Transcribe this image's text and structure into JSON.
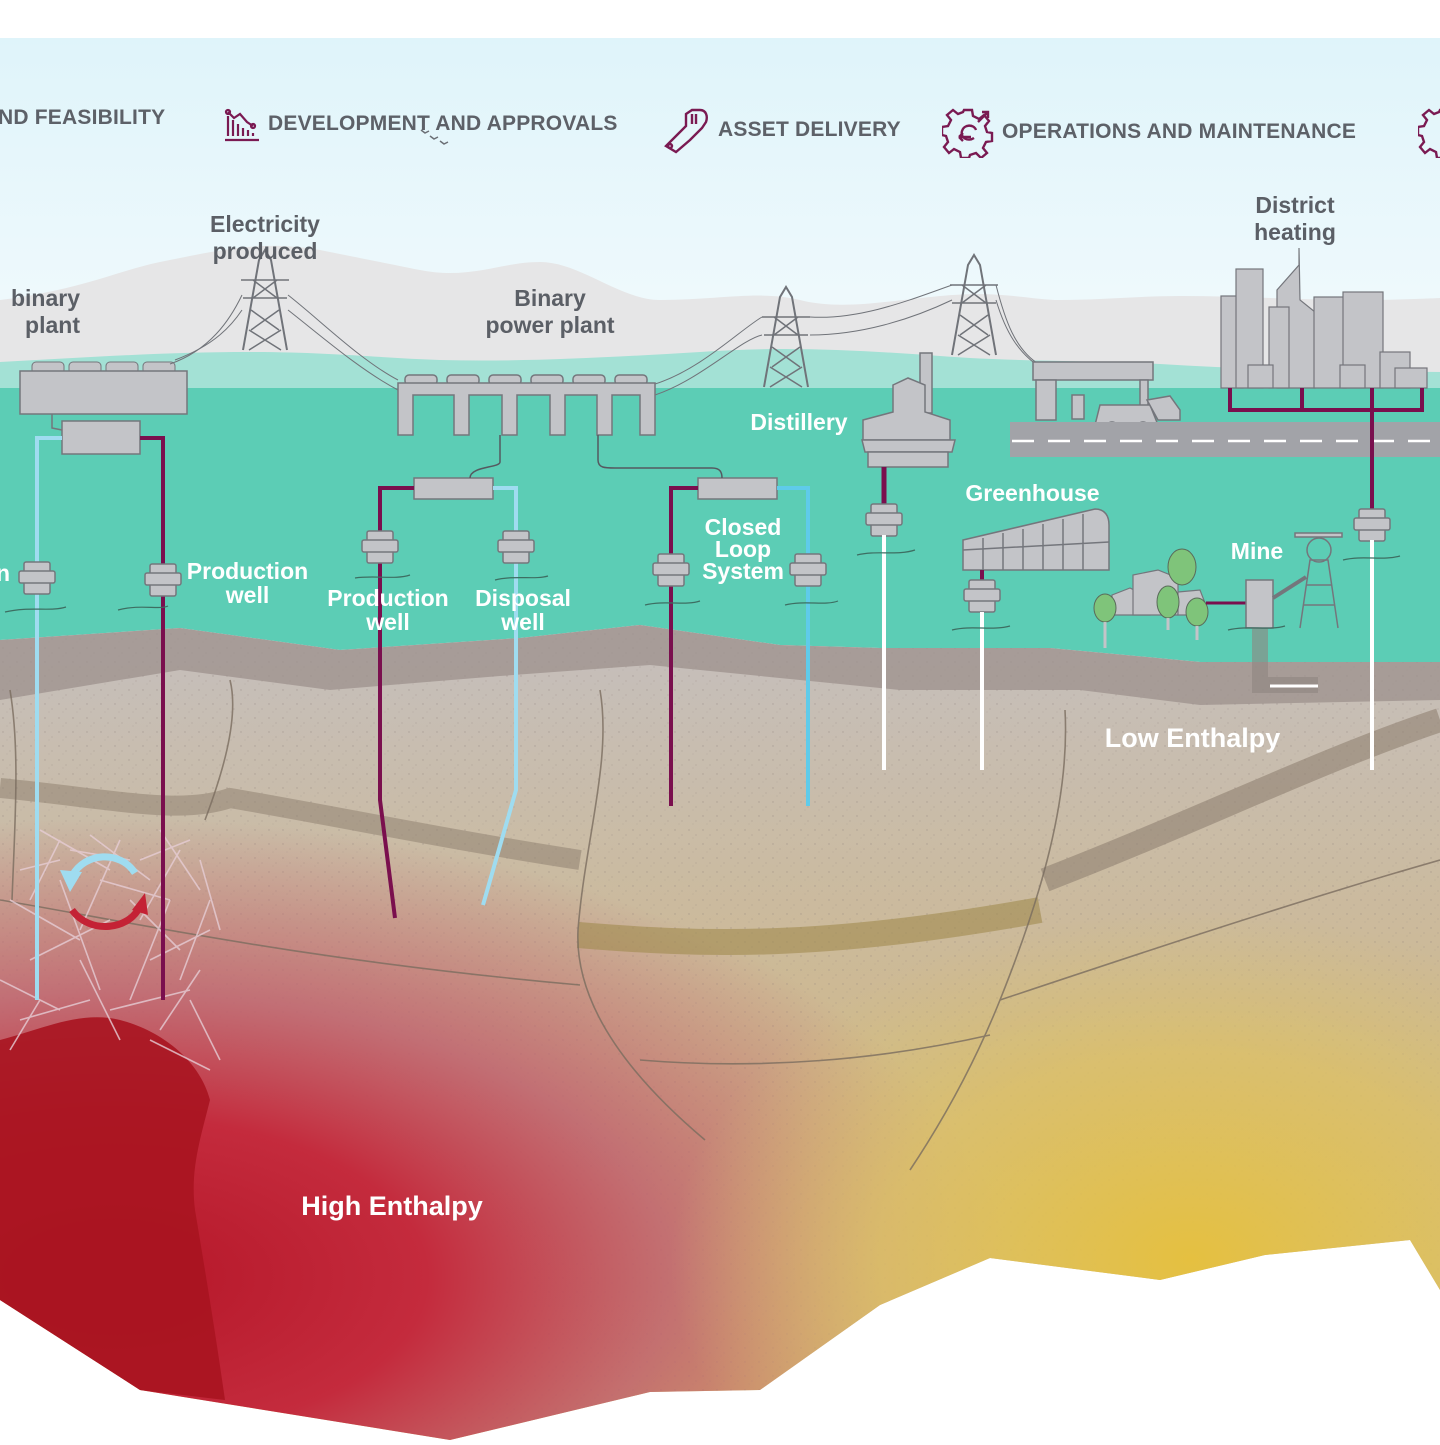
{
  "stages": [
    {
      "label": "ND FEASIBILITY",
      "icon": "feasibility-icon"
    },
    {
      "label": "DEVELOPMENT AND APPROVALS",
      "icon": "bar-chart-trend-icon"
    },
    {
      "label": "ASSET DELIVERY",
      "icon": "wrench-icon"
    },
    {
      "label": "OPERATIONS AND MAINTENANCE",
      "icon": "gear-cycle-icon"
    },
    {
      "label": "",
      "icon": "gear-icon"
    }
  ],
  "surface_labels": {
    "electricity": "Electricity\nproduced",
    "binary_left": "binary\n plant",
    "binary_center": "Binary\npower plant",
    "district_heating": "District\nheating",
    "distillery": "Distillery",
    "greenhouse": "Greenhouse",
    "mine": "Mine",
    "closed_loop": "Closed\nLoop\nSystem",
    "production_well_left": "Production\nwell",
    "production_well_center": "Production\nwell",
    "disposal_well": "Disposal\nwell",
    "injection_partial": "n"
  },
  "zones": {
    "low_enthalpy": "Low Enthalpy",
    "high_enthalpy": "High Enthalpy"
  },
  "colors": {
    "sky": "#e0f4fa",
    "ground_teal": "#5ccdb5",
    "hills_teal": "#a3e1d5",
    "mountains": "#e6e6e7",
    "equipment_gray": "#c3c4c8",
    "hot_pipe": "#7a0f4e",
    "cold_pipe": "#9fdcf0",
    "brand_plum": "#7a1a52",
    "high_enthalpy_red": "#c21f32",
    "low_enthalpy_yellow": "#e2c04a",
    "rock_gray": "#c2bcbb",
    "tree_green": "#7fc47a"
  }
}
